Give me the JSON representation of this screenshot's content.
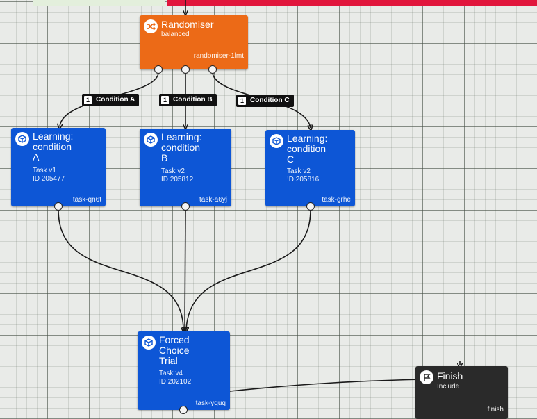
{
  "colors": {
    "task": "#0d56d6",
    "randomiser": "#ec6a17",
    "finish": "#2a2a2a",
    "accent": "#e1163c"
  },
  "randomiser": {
    "icon": "shuffle-icon",
    "title": "Randomiser",
    "subtitle": "balanced",
    "id": "randomiser-1lmt"
  },
  "conditions": [
    {
      "badge": "1",
      "label": "Condition A"
    },
    {
      "badge": "1",
      "label": "Condition B"
    },
    {
      "badge": "1",
      "label": "Condition C"
    }
  ],
  "tasks": [
    {
      "icon": "cube-icon",
      "title": "Learning:\ncondition\nA",
      "version": "Task v1",
      "ident": "ID 205477",
      "id": "task-qn6t"
    },
    {
      "icon": "cube-icon",
      "title": "Learning:\ncondition\nB",
      "version": "Task v2",
      "ident": "ID 205812",
      "id": "task-a6yj"
    },
    {
      "icon": "cube-icon",
      "title": "Learning:\ncondition\nC",
      "version": "Task v2",
      "ident": "!D 205816",
      "id": "task-grhe"
    },
    {
      "icon": "cube-icon",
      "title": "Forced\nChoice\nTrial",
      "version": "Task v4",
      "ident": "ID 202102",
      "id": "task-yquq"
    }
  ],
  "finish": {
    "icon": "flag-icon",
    "title": "Finish",
    "subtitle": "Include",
    "id": "finish"
  }
}
